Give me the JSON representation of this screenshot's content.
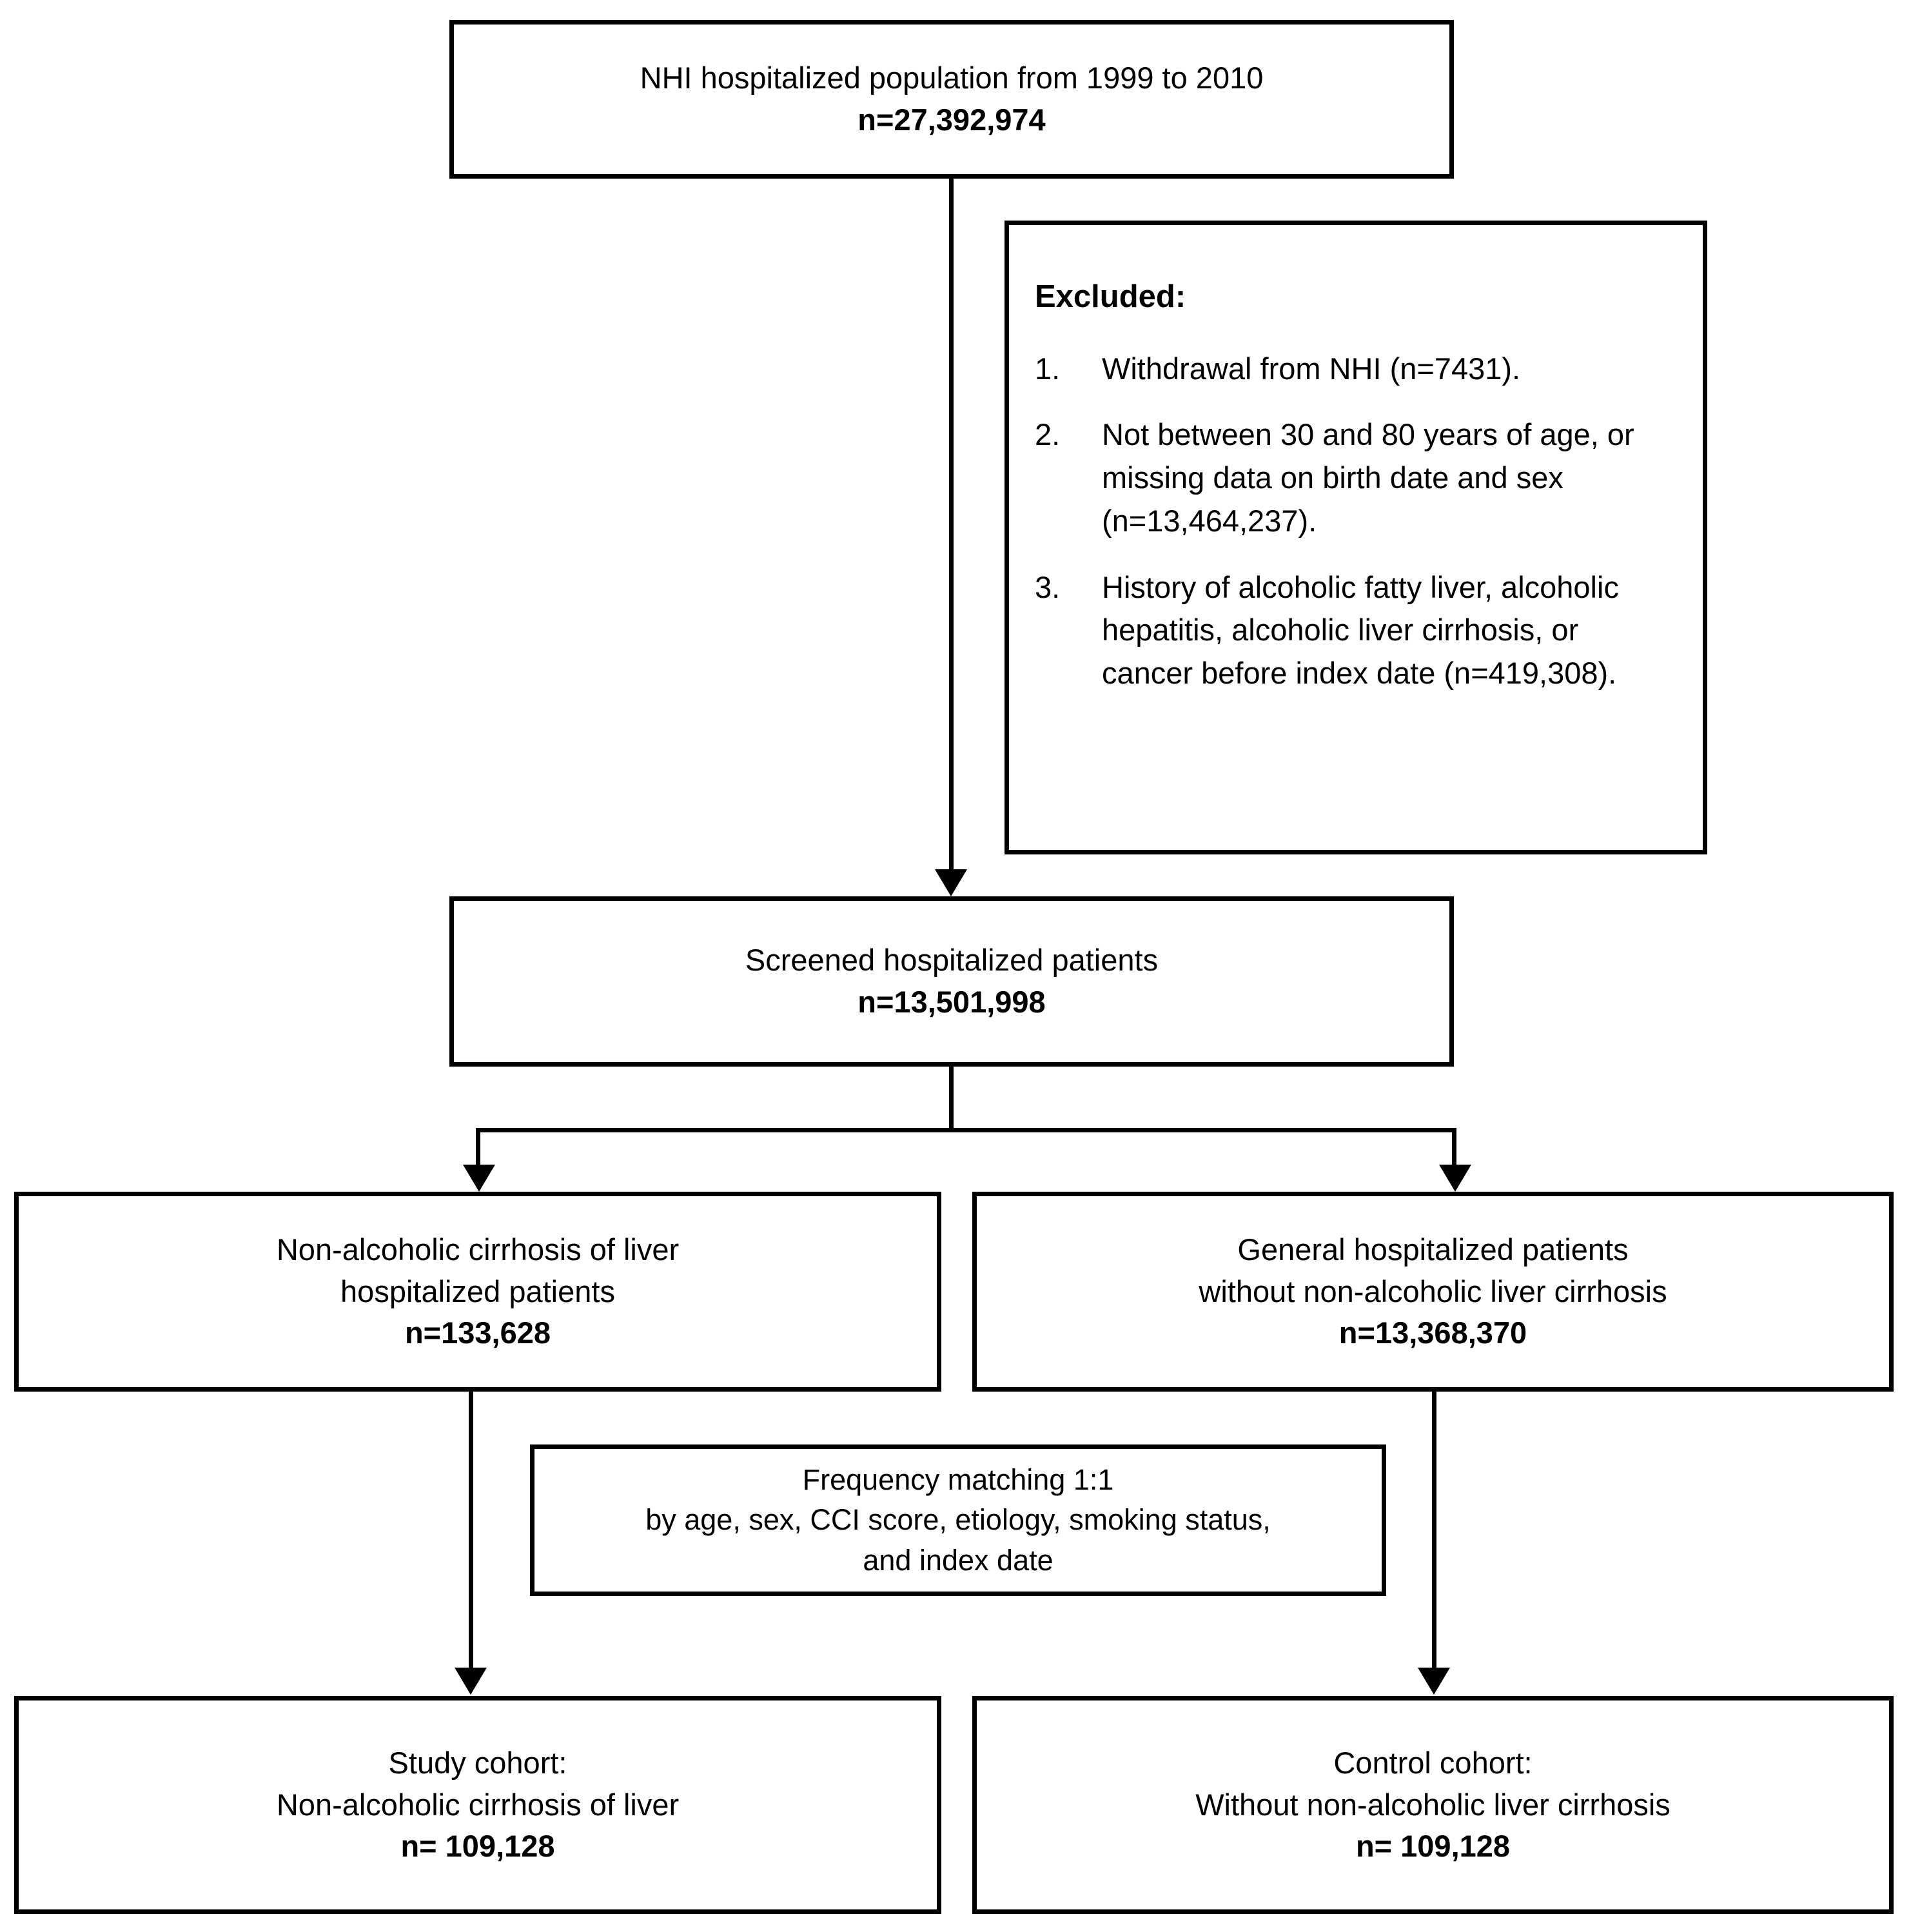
{
  "figure": {
    "type": "flowchart",
    "title": "Study cohort selection flow diagram"
  },
  "boxes": {
    "source": {
      "line1": "NHI hospitalized population from 1999 to 2010",
      "line2": "n=27,392,974"
    },
    "excluded": {
      "title": "Excluded:",
      "items": [
        {
          "num": "1.",
          "text": "Withdrawal from NHI (n=7431)."
        },
        {
          "num": "2.",
          "text": "Not between 30 and 80 years of age, or missing data on birth date and sex (n=13,464,237)."
        },
        {
          "num": "3.",
          "text": "History of alcoholic fatty liver, alcoholic hepatitis, alcoholic liver cirrhosis, or cancer before index date (n=419,308)."
        }
      ]
    },
    "screened": {
      "line1": "Screened hospitalized patients",
      "line2": "n=13,501,998"
    },
    "case_group": {
      "line1": "Non-alcoholic cirrhosis of liver",
      "line2": "hospitalized patients",
      "line3": "n=133,628"
    },
    "general_group": {
      "line1": "General hospitalized patients",
      "line2": "without non-alcoholic liver cirrhosis",
      "line3": "n=13,368,370"
    },
    "matching": {
      "line1": "Frequency matching 1:1",
      "line2": "by age, sex, CCI score, etiology, smoking status,",
      "line3": "and index date"
    },
    "study_cohort": {
      "line1": "Study cohort:",
      "line2": "Non-alcoholic cirrhosis of liver",
      "line3": "n= 109,128"
    },
    "control_cohort": {
      "line1": "Control cohort:",
      "line2": "Without non-alcoholic liver cirrhosis",
      "line3": "n= 109,128"
    }
  },
  "colors": {
    "stroke": "#000000",
    "background": "#ffffff",
    "text": "#000000"
  }
}
